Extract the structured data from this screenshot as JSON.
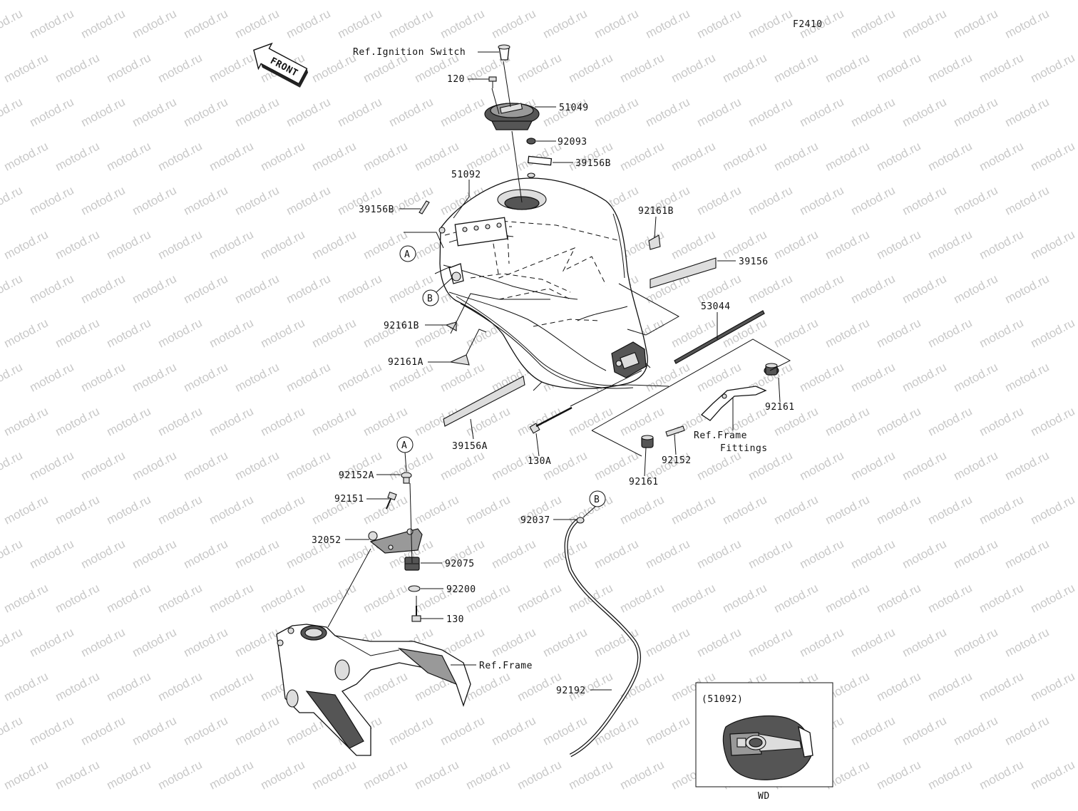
{
  "figure_code": "F2410",
  "watermark": "motod.ru",
  "front_arrow_label": "FRONT",
  "callouts": [
    {
      "id": "ref-ignition-switch",
      "text": "Ref.Ignition Switch"
    },
    {
      "id": "120",
      "text": "120"
    },
    {
      "id": "51049",
      "text": "51049"
    },
    {
      "id": "92093",
      "text": "92093"
    },
    {
      "id": "39156B-top",
      "text": "39156B"
    },
    {
      "id": "51092",
      "text": "51092"
    },
    {
      "id": "39156B-left",
      "text": "39156B"
    },
    {
      "id": "92161B-right",
      "text": "92161B"
    },
    {
      "id": "39156",
      "text": "39156"
    },
    {
      "id": "53044",
      "text": "53044"
    },
    {
      "id": "92161B-left",
      "text": "92161B"
    },
    {
      "id": "92161A",
      "text": "92161A"
    },
    {
      "id": "92161-right",
      "text": "92161"
    },
    {
      "id": "ref-frame-fittings-1",
      "text": "Ref.Frame"
    },
    {
      "id": "ref-frame-fittings-2",
      "text": "Fittings"
    },
    {
      "id": "39156A",
      "text": "39156A"
    },
    {
      "id": "130A",
      "text": "130A"
    },
    {
      "id": "92152",
      "text": "92152"
    },
    {
      "id": "92161-bottom",
      "text": "92161"
    },
    {
      "id": "92152A",
      "text": "92152A"
    },
    {
      "id": "92151",
      "text": "92151"
    },
    {
      "id": "32052",
      "text": "32052"
    },
    {
      "id": "92075",
      "text": "92075"
    },
    {
      "id": "92200",
      "text": "92200"
    },
    {
      "id": "130",
      "text": "130"
    },
    {
      "id": "ref-frame",
      "text": "Ref.Frame"
    },
    {
      "id": "92037",
      "text": "92037"
    },
    {
      "id": "92192",
      "text": "92192"
    }
  ],
  "markers": {
    "a": "A",
    "b": "B"
  },
  "inset": {
    "title": "(51092)",
    "caption": "WD"
  }
}
